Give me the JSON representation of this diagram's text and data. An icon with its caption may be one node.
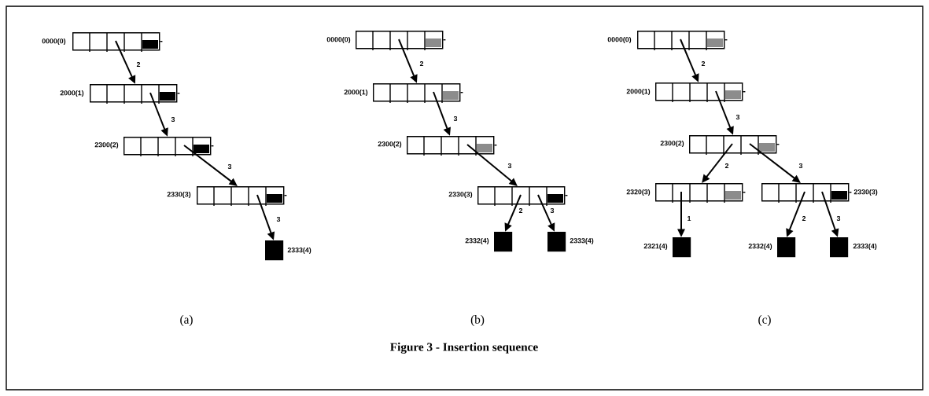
{
  "diagram": {
    "caption": "Figure 3 - Insertion sequence",
    "nodes": [
      {
        "text": [],
        "shape": "record",
        "beside": [
          "0000(0)"
        ]
      },
      {
        "text": [],
        "shape": "record",
        "beside": [
          "2000(1)"
        ]
      },
      {
        "text": [],
        "shape": "record",
        "beside": [
          "2300(2)"
        ]
      },
      {
        "text": [],
        "shape": "record",
        "beside": [
          "2330(3)"
        ]
      },
      {
        "text": [],
        "shape": "box",
        "beside": [
          "2333(4)"
        ]
      },
      {
        "text": [],
        "shape": "record",
        "beside": [
          "0000(0)"
        ]
      },
      {
        "text": [],
        "shape": "record",
        "beside": [
          "2000(1)"
        ]
      },
      {
        "text": [],
        "shape": "record",
        "beside": [
          "2300(2)"
        ]
      },
      {
        "text": [],
        "shape": "record",
        "beside": [
          "2330(3)"
        ]
      },
      {
        "text": [],
        "shape": "box",
        "beside": [
          "2332(4)"
        ]
      },
      {
        "text": [],
        "shape": "box",
        "beside": [
          "2333(4)"
        ]
      },
      {
        "text": [],
        "shape": "record",
        "beside": [
          "0000(0)"
        ]
      },
      {
        "text": [],
        "shape": "record",
        "beside": [
          "2000(1)"
        ]
      },
      {
        "text": [],
        "shape": "record",
        "beside": [
          "2300(2)"
        ]
      },
      {
        "text": [],
        "shape": "record",
        "beside": [
          "2320(3)"
        ]
      },
      {
        "text": [],
        "shape": "record",
        "beside": [
          "2330(3)"
        ]
      },
      {
        "text": [],
        "shape": "box",
        "beside": [
          "2321(4)"
        ]
      },
      {
        "text": [],
        "shape": "box",
        "beside": [
          "2332(4)"
        ]
      },
      {
        "text": [],
        "shape": "box",
        "beside": [
          "2333(4)"
        ]
      }
    ],
    "edges": [
      {
        "from": 0,
        "to": 1,
        "arrow": "to",
        "label": "2"
      },
      {
        "from": 1,
        "to": 2,
        "arrow": "to",
        "label": "3"
      },
      {
        "from": 2,
        "to": 3,
        "arrow": "to",
        "label": "3"
      },
      {
        "from": 3,
        "to": 4,
        "arrow": "to",
        "label": "3"
      },
      {
        "from": 5,
        "to": 6,
        "arrow": "to",
        "label": "2"
      },
      {
        "from": 6,
        "to": 7,
        "arrow": "to",
        "label": "3"
      },
      {
        "from": 7,
        "to": 8,
        "arrow": "to",
        "label": "3"
      },
      {
        "from": 8,
        "to": 9,
        "arrow": "to",
        "label": "2"
      },
      {
        "from": 8,
        "to": 10,
        "arrow": "to",
        "label": "3"
      },
      {
        "from": 11,
        "to": 12,
        "arrow": "to",
        "label": "2"
      },
      {
        "from": 12,
        "to": 13,
        "arrow": "to",
        "label": "3"
      },
      {
        "from": 13,
        "to": 14,
        "arrow": "to",
        "label": "2"
      },
      {
        "from": 13,
        "to": 15,
        "arrow": "to",
        "label": "3"
      },
      {
        "from": 14,
        "to": 16,
        "arrow": "to",
        "label": "1"
      },
      {
        "from": 15,
        "to": 17,
        "arrow": "to",
        "label": "2"
      },
      {
        "from": 15,
        "to": 18,
        "arrow": "to",
        "label": "3"
      }
    ],
    "labels": [
      "(a)",
      "(b)",
      "(c)"
    ]
  }
}
